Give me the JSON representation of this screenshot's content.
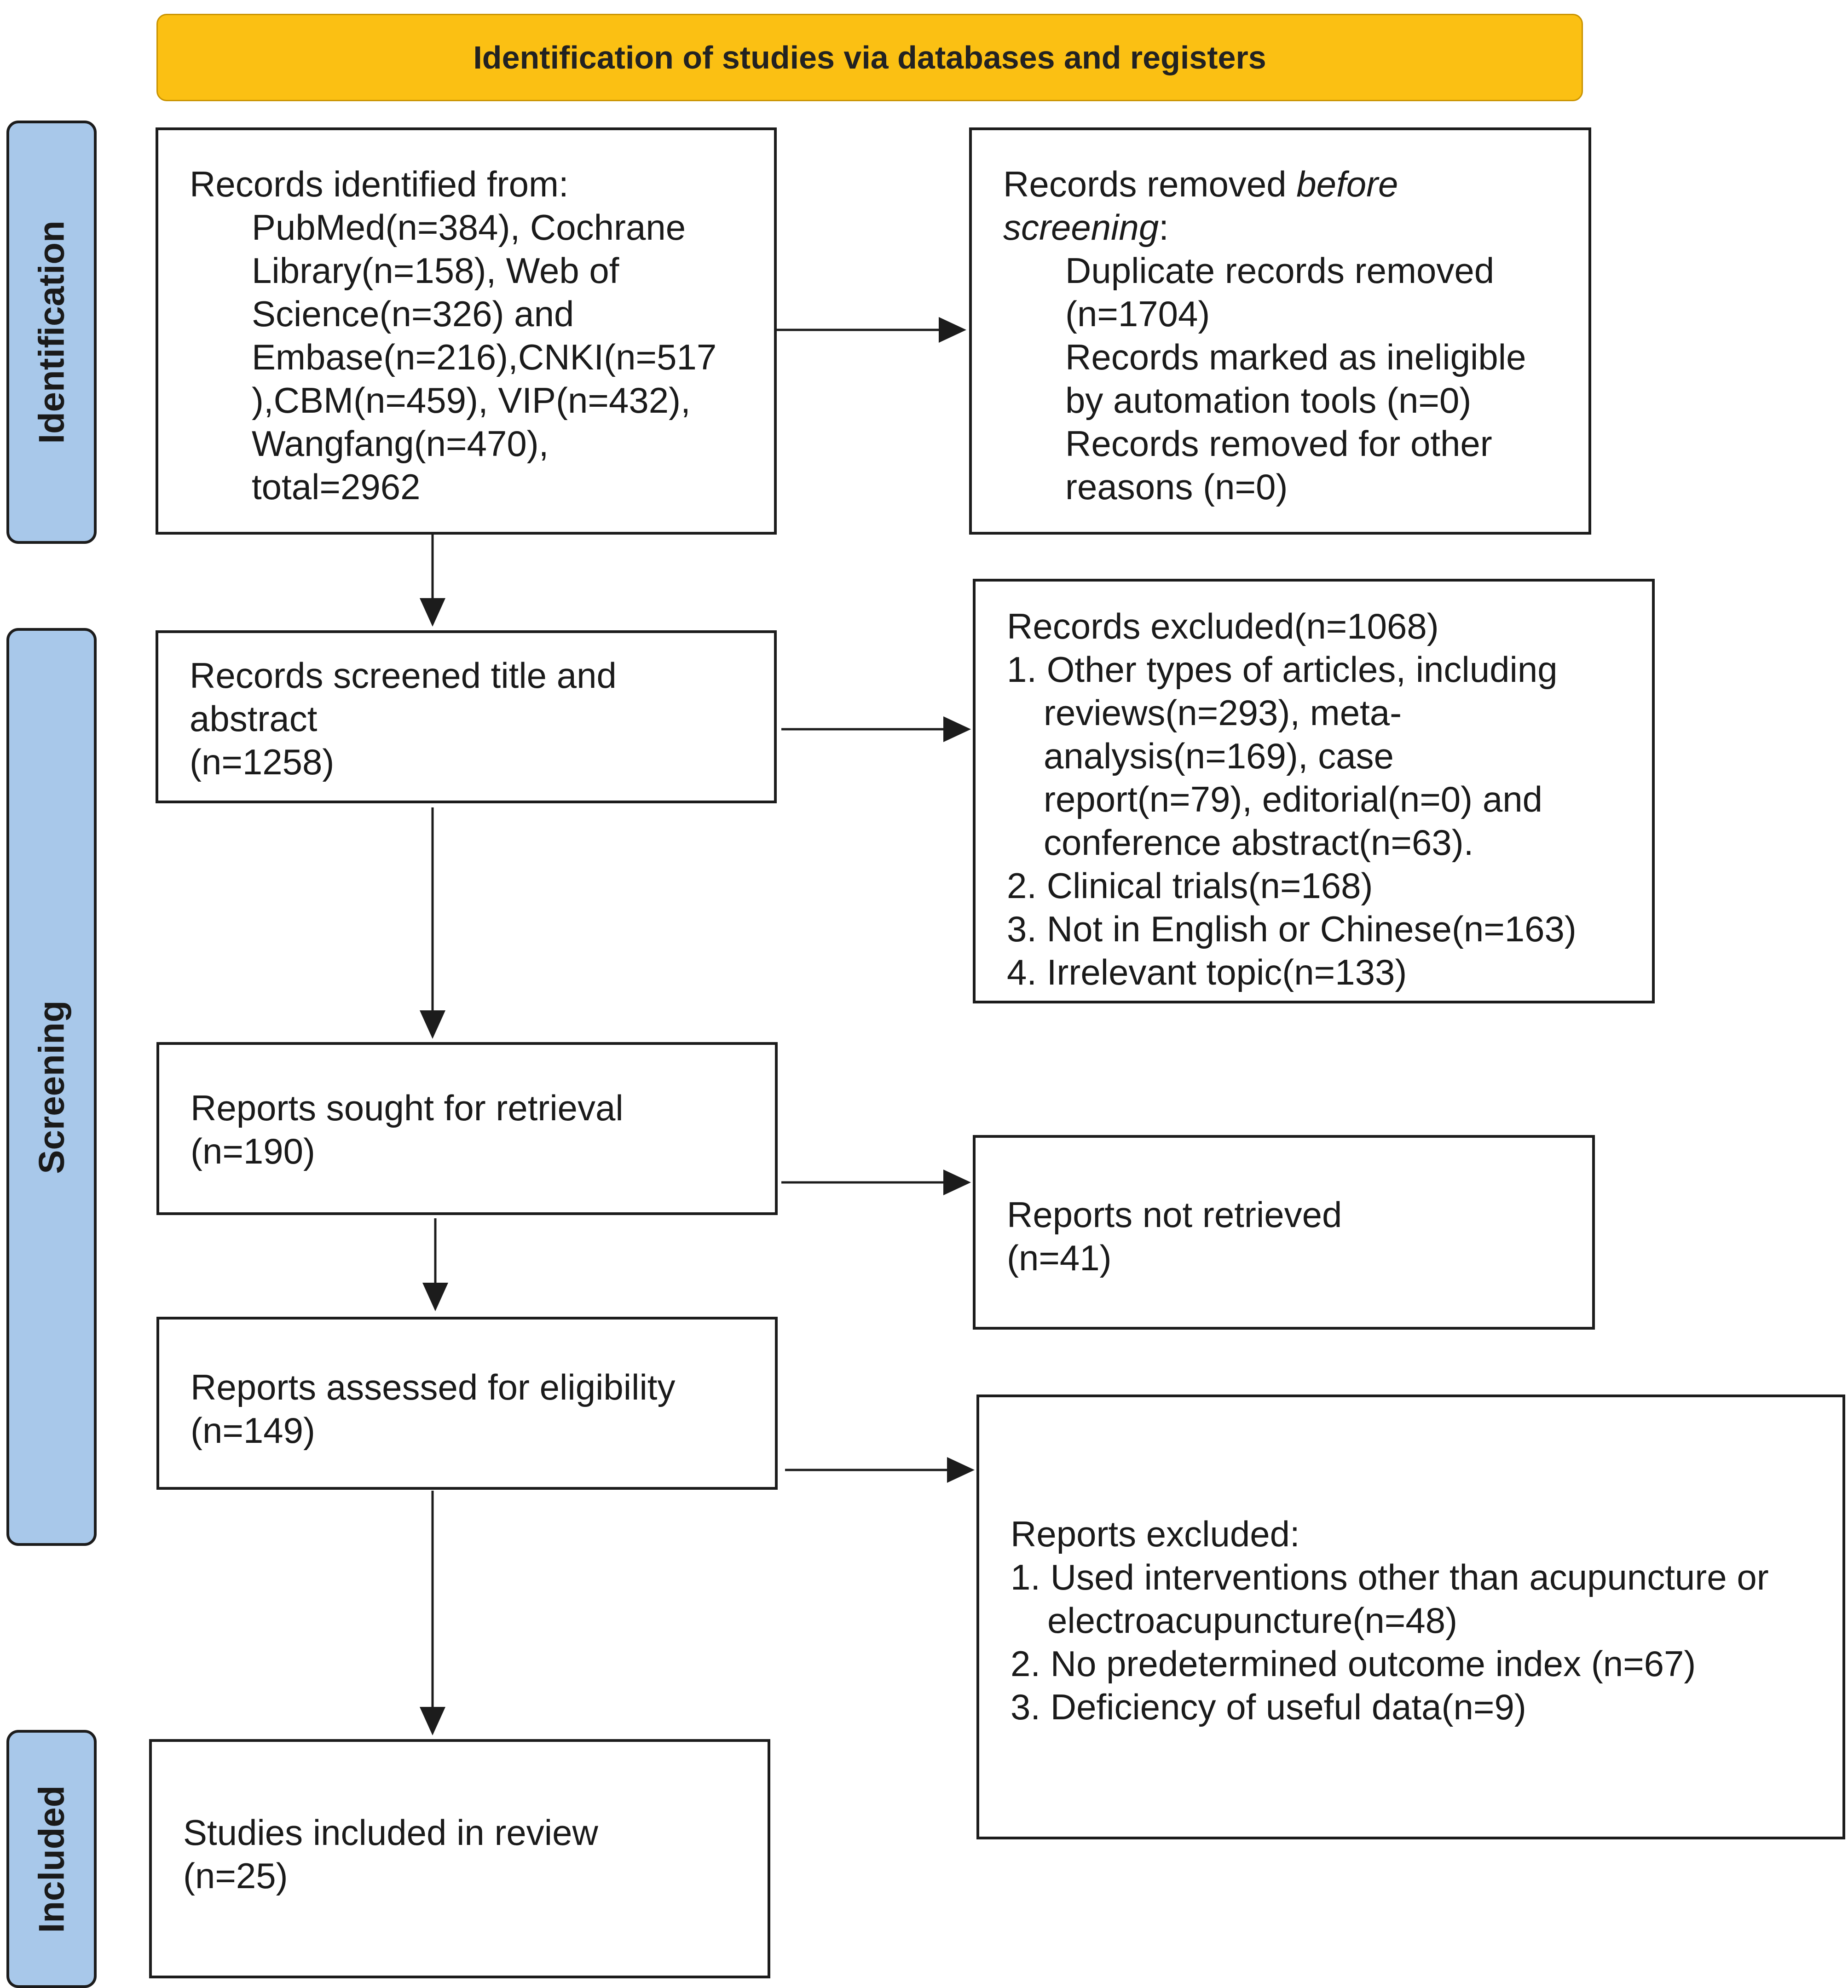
{
  "banner": {
    "title": "Identification of studies via databases and registers"
  },
  "phases": {
    "identification": "Identification",
    "screening": "Screening",
    "included": "Included"
  },
  "identified": {
    "heading": "Records identified from:",
    "lines": [
      "PubMed(n=384), Cochrane",
      "Library(n=158), Web of",
      "Science(n=326) and",
      "Embase(n=216),CNKI(n=517",
      "),CBM(n=459), VIP(n=432),",
      "Wangfang(n=470),",
      "total=2962"
    ]
  },
  "removed": {
    "heading_plain": "Records removed ",
    "heading_italic_1": "before",
    "heading_italic_2": "screening",
    "heading_colon": ":",
    "lines": [
      "Duplicate records removed",
      "(n=1704)",
      "Records marked as ineligible",
      "by automation tools (n=0)",
      "Records removed for other",
      "reasons (n=0)"
    ]
  },
  "screened": {
    "lines": [
      "Records screened title and",
      "abstract",
      "(n=1258)"
    ]
  },
  "excluded": {
    "heading": "Records excluded(n=1068)",
    "items": [
      [
        "1.",
        "Other types of articles, including",
        "reviews(n=293), meta-",
        "analysis(n=169), case",
        "report(n=79), editorial(n=0) and",
        "conference abstract(n=63)."
      ],
      [
        "2.",
        "Clinical trials(n=168)"
      ],
      [
        "3.",
        "Not in English or Chinese(n=163)"
      ],
      [
        "4.",
        "Irrelevant topic(n=133)"
      ]
    ]
  },
  "sought": {
    "lines": [
      "Reports sought for retrieval",
      "(n=190)"
    ]
  },
  "not_retrieved": {
    "lines": [
      "Reports not retrieved",
      "(n=41)"
    ]
  },
  "assessed": {
    "lines": [
      "Reports assessed for eligibility",
      "(n=149)"
    ]
  },
  "reports_excluded": {
    "heading": "Reports excluded:",
    "items": [
      [
        "1.",
        "Used interventions other than acupuncture or",
        "electroacupuncture(n=48)"
      ],
      [
        "2.",
        "No predetermined outcome index (n=67)"
      ],
      [
        "3.",
        "Deficiency of useful data(n=9)"
      ]
    ]
  },
  "included": {
    "lines": [
      "Studies included in review",
      "(n=25)"
    ]
  },
  "colors": {
    "banner": "#fbc013",
    "phase": "#a8c8ea",
    "border": "#1c1c1c"
  }
}
